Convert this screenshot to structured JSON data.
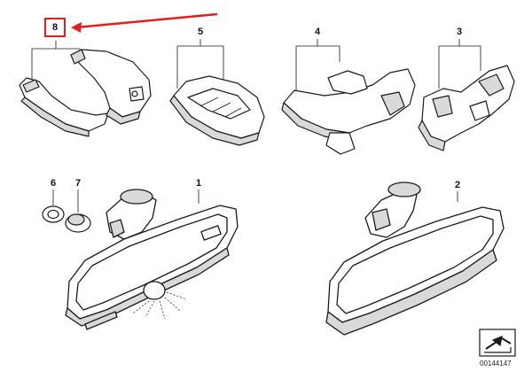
{
  "callouts": {
    "p1": "1",
    "p2": "2",
    "p3": "3",
    "p4": "4",
    "p5": "5",
    "p6": "6",
    "p7": "7",
    "p8": "8"
  },
  "highlight": {
    "label": "8",
    "color": "#e02020"
  },
  "footer": {
    "diagram_id": "00144147"
  },
  "colors": {
    "line": "#1a1a1a",
    "shade": "#d9d9d9",
    "accent": "#e02020"
  },
  "icons": {
    "corner_logo": "folded-page-arrow-icon"
  }
}
